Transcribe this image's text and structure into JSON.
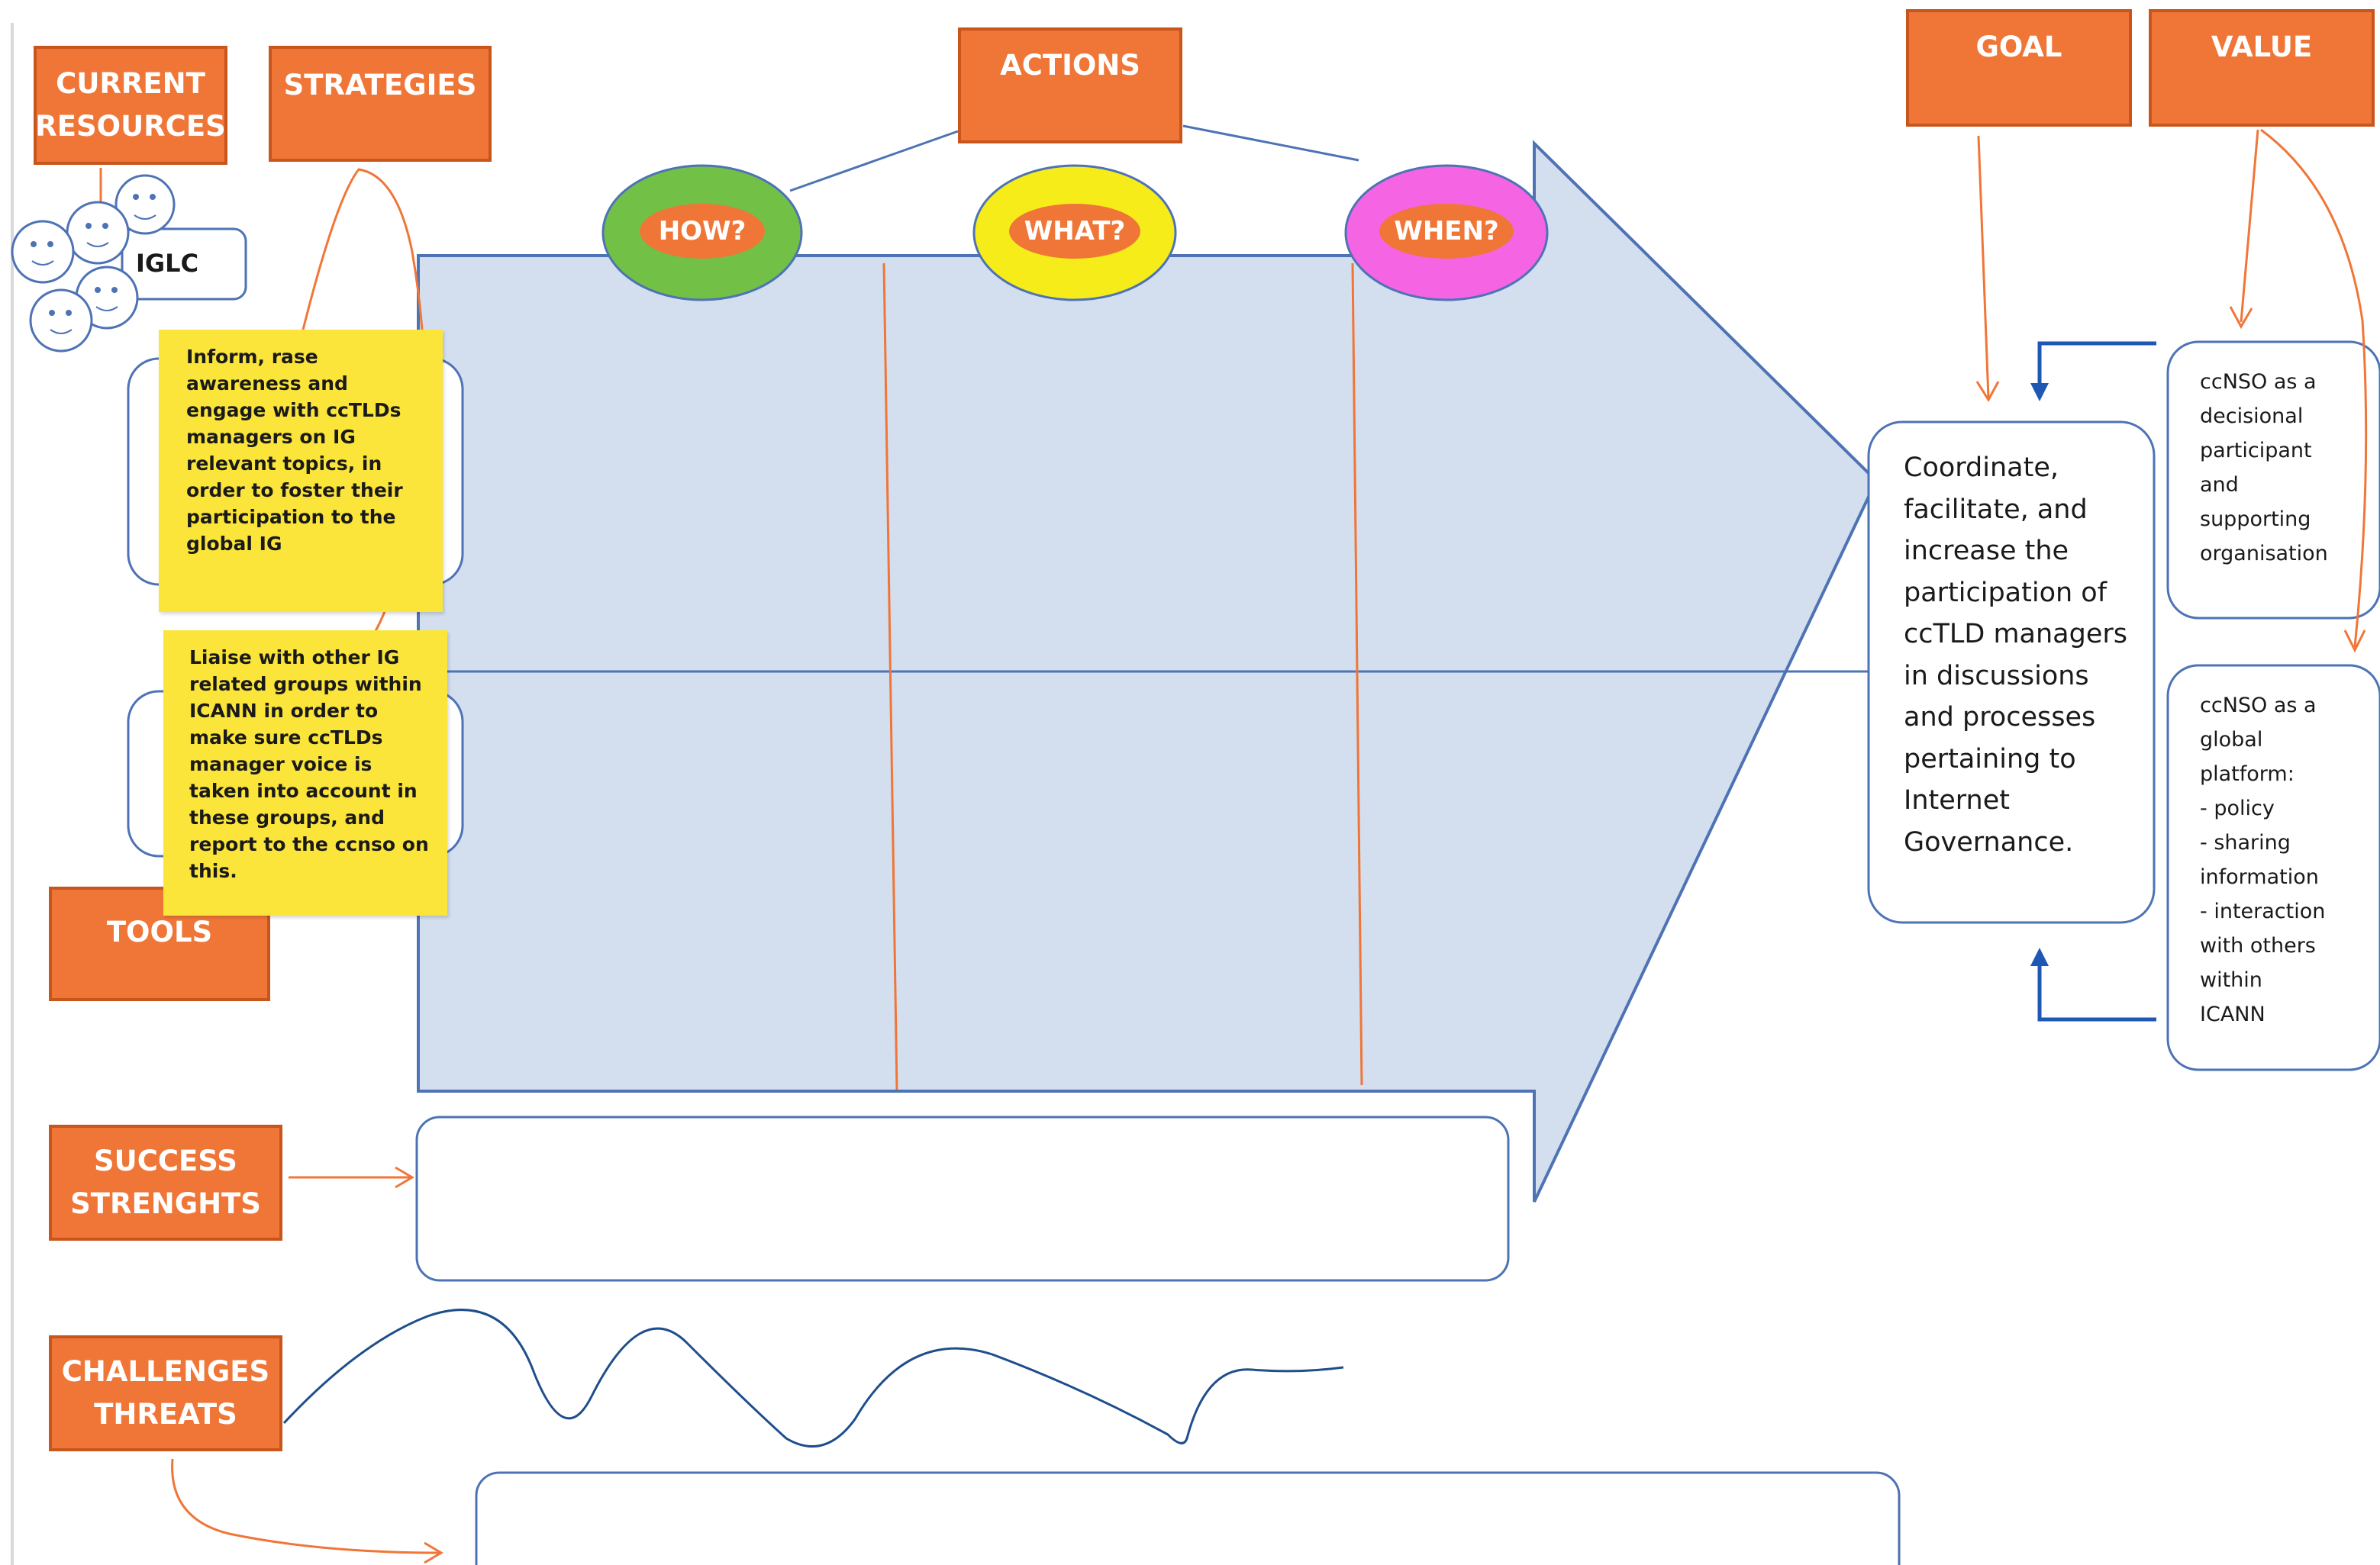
{
  "labels": {
    "current_resources": "CURRENT\nRESOURCES",
    "strategies": "STRATEGIES",
    "actions": "ACTIONS",
    "goal": "GOAL",
    "value": "VALUE",
    "tools": "TOOLS",
    "success_strengths": "SUCCESS\nSTRENGHTS",
    "challenges_threats": "CHALLENGES\nTHREATS"
  },
  "rings": {
    "how": "HOW?",
    "what": "WHAT?",
    "when": "WHEN?"
  },
  "resources": {
    "iglc": "IGLC"
  },
  "strategies": {
    "note_1": "Inform, rase awareness and engage with ccTLDs managers on IG relevant topics, in order to foster their participation to the global IG",
    "note_2": "Liaise with other IG related groups within ICANN in order to make sure ccTLDs manager voice is taken into account in these groups, and report to the ccnso on this."
  },
  "goal": {
    "text": "Coordinate, facilitate, and increase the participation of ccTLD managers in discussions and processes pertaining to Internet Governance."
  },
  "value": {
    "box_1": "ccNSO as a\ndecisional\nparticipant\nand\nsupporting\norganisation",
    "box_2": "ccNSO as a\nglobal\nplatform:\n- policy\n- sharing\ninformation\n- interaction\nwith others\nwithin\nICANN"
  },
  "colors": {
    "orange": "#f07638",
    "arrow_fill": "#d3dfef",
    "arrow_stroke": "#4e73b5",
    "sticky": "#fbe53a",
    "how_ring": "#72c046",
    "what_ring": "#f6ec1a",
    "when_ring": "#f464e3"
  }
}
